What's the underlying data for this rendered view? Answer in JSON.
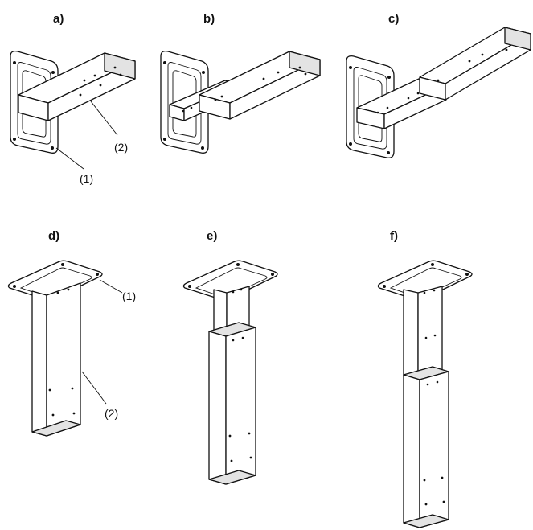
{
  "panels": {
    "a": {
      "label": "a)"
    },
    "b": {
      "label": "b)"
    },
    "c": {
      "label": "c)"
    },
    "d": {
      "label": "d)"
    },
    "e": {
      "label": "e)"
    },
    "f": {
      "label": "f)"
    }
  },
  "callouts": {
    "a_plate": "(1)",
    "a_arm": "(2)",
    "d_plate": "(1)",
    "d_column": "(2)"
  }
}
